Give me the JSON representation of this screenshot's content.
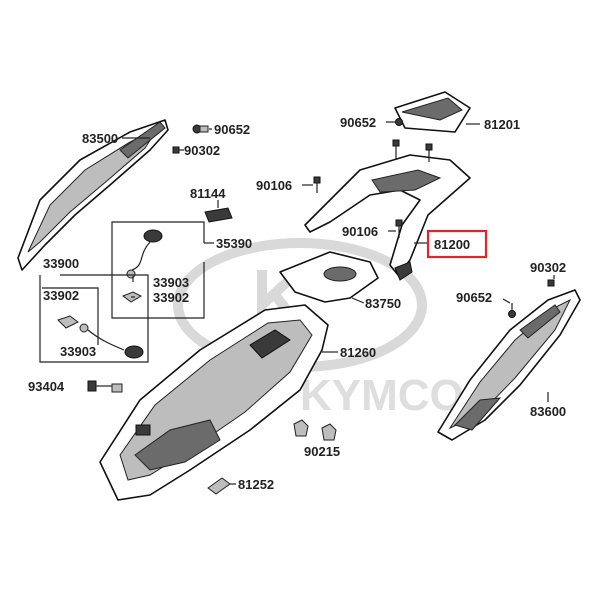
{
  "watermark": "KYMCO",
  "parts": {
    "p83500": "83500",
    "p90652a": "90652",
    "p90302a": "90302",
    "p81144": "81144",
    "p35390": "35390",
    "p33903a": "33903",
    "p33902a": "33902",
    "p33900": "33900",
    "p33902b": "33902",
    "p33903b": "33903",
    "p93404": "93404",
    "p90652b": "90652",
    "p81201": "81201",
    "p90106a": "90106",
    "p90106b": "90106",
    "p81200": "81200",
    "p83750": "83750",
    "p81260": "81260",
    "p90215": "90215",
    "p81252": "81252",
    "p90302b": "90302",
    "p90652c": "90652",
    "p83600": "83600"
  },
  "highlight_color": "#e0262a"
}
